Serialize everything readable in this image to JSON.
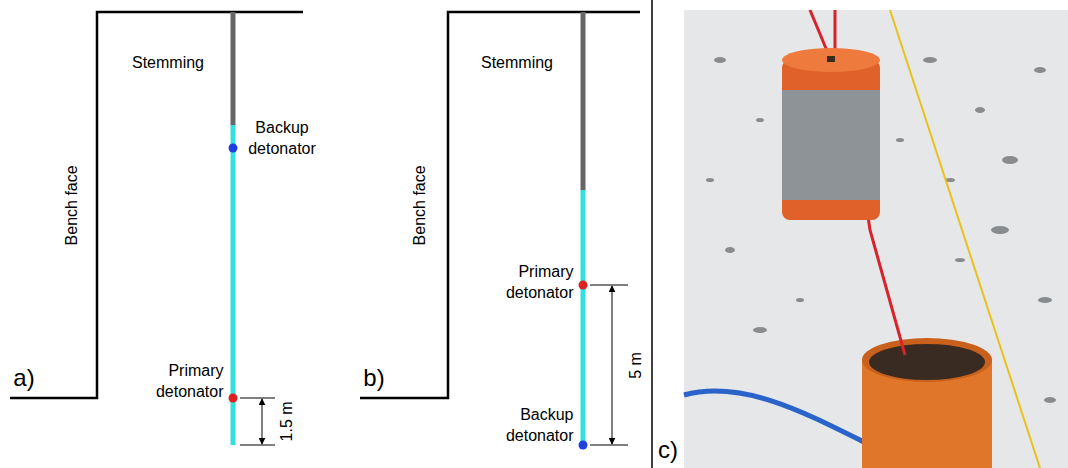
{
  "diagram": {
    "labels": [
      "Stemming",
      "Backup detonator",
      "Bench face",
      "Primary detonator",
      "1.5 m",
      "a)",
      "Stemming",
      "Primary detonator",
      "5 m",
      "Backup detonator",
      "Bench face",
      "b)",
      "c)"
    ]
  }
}
